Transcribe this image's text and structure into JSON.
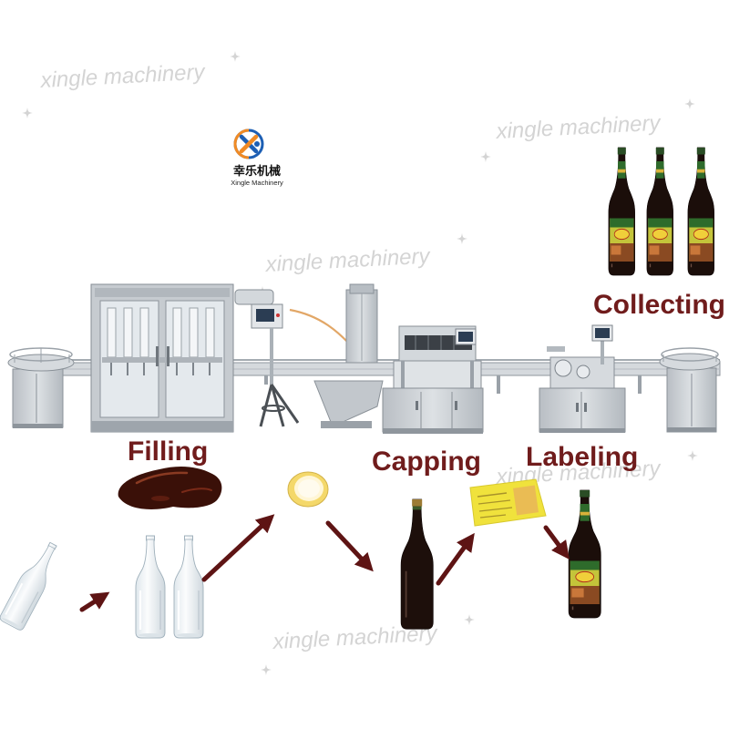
{
  "watermark": {
    "text": "xingle machinery"
  },
  "logo": {
    "name_cn": "幸乐机械",
    "name_en": "Xingle Machinery",
    "icon": "xingle-logo-icon"
  },
  "stages": {
    "filling": "Filling",
    "capping": "Capping",
    "labeling": "Labeling",
    "collecting": "Collecting"
  },
  "icons": {
    "arrow": "arrow-icon",
    "sparkle": "sparkle-icon"
  },
  "colors": {
    "background": "#ffffff",
    "stage_label": "#701c1c",
    "arrow": "#5e1414",
    "watermark": "#d4d4d4",
    "sauce": "#3a1008",
    "stainless": "#c6cbd0",
    "cap": "#f4d86a",
    "label_sticker": "#f0e23c",
    "logo_blue": "#1d5fb4",
    "logo_orange": "#f08a24"
  }
}
